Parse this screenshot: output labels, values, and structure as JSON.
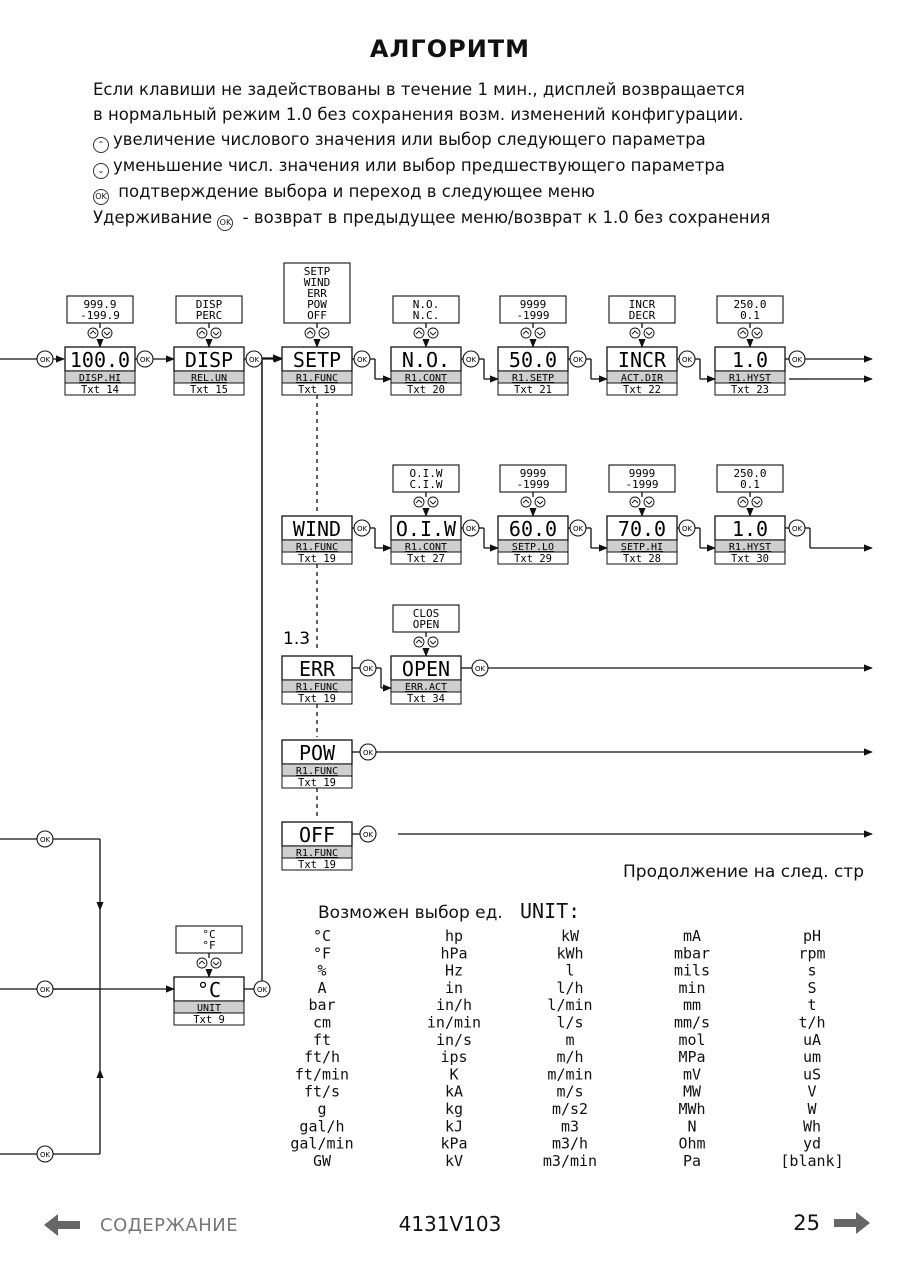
{
  "title": "АЛГОРИТМ",
  "intro": {
    "line1": "Если клавиши не задействованы в течение 1 мин.,  дисплей возвращается",
    "line2": "в нормальный режим 1.0 без сохранения возм. изменений конфигурации.",
    "line3": "увеличение числового значения или выбор следующего параметра",
    "line4": "уменьшение числ. значения или выбор предшествующего параметра",
    "line5": " подтверждение выбора и переход в следующее меню",
    "line6a": "Удерживание",
    "line6b": " - возврат в предыдущее меню/возврат к 1.0 без сохранения"
  },
  "ok_label": "OK",
  "step_label": "1.3",
  "continue_note": "Продолжение на след. стр",
  "units_label": "Возможен выбор ед.",
  "units_word": "UNIT:",
  "footer": {
    "contents": "СОДЕРЖАНИЕ",
    "code": "4131V103",
    "page": "25"
  },
  "rows": [
    [
      {
        "id": "disp-hi",
        "disp": "100.0",
        "param": "DISP.HI",
        "txt": "Txt 14",
        "opts": [
          "999.9",
          "-199.9"
        ]
      },
      {
        "id": "rel-un",
        "disp": "DISP",
        "param": "REL.UN",
        "txt": "Txt 15",
        "opts": [
          "DISP",
          "PERC"
        ]
      },
      {
        "id": "r1-func-setp",
        "disp": "SETP",
        "param": "R1.FUNC",
        "txt": "Txt 19",
        "opts": [
          "SETP",
          "WIND",
          "ERR",
          "POW",
          "OFF"
        ]
      },
      {
        "id": "r1-cont",
        "disp": "N.O.",
        "param": "R1.CONT",
        "txt": "Txt 20",
        "opts": [
          "N.O.",
          "N.C."
        ]
      },
      {
        "id": "r1-setp",
        "disp": "50.0",
        "param": "R1.SETP",
        "txt": "Txt 21",
        "opts": [
          "9999",
          "-1999"
        ]
      },
      {
        "id": "act-dir",
        "disp": "INCR",
        "param": "ACT.DIR",
        "txt": "Txt 22",
        "opts": [
          "INCR",
          "DECR"
        ]
      },
      {
        "id": "r1-hyst",
        "disp": "1.0",
        "param": "R1.HYST",
        "txt": "Txt 23",
        "opts": [
          "250.0",
          "0.1"
        ]
      }
    ],
    [
      {
        "id": "r1-func-wind",
        "disp": "WIND",
        "param": "R1.FUNC",
        "txt": "Txt 19",
        "opts": []
      },
      {
        "id": "r1-cont-wind",
        "disp": "O.I.W",
        "param": "R1.CONT",
        "txt": "Txt 27",
        "opts": [
          "O.I.W",
          "C.I.W"
        ]
      },
      {
        "id": "setp-lo",
        "disp": "60.0",
        "param": "SETP.LO",
        "txt": "Txt 29",
        "opts": [
          "9999",
          "-1999"
        ]
      },
      {
        "id": "setp-hi",
        "disp": "70.0",
        "param": "SETP.HI",
        "txt": "Txt 28",
        "opts": [
          "9999",
          "-1999"
        ]
      },
      {
        "id": "r1-hyst-wind",
        "disp": "1.0",
        "param": "R1.HYST",
        "txt": "Txt 30",
        "opts": [
          "250.0",
          "0.1"
        ]
      }
    ],
    [
      {
        "id": "r1-func-err",
        "disp": "ERR",
        "param": "R1.FUNC",
        "txt": "Txt 19",
        "opts": []
      },
      {
        "id": "err-act",
        "disp": "OPEN",
        "param": "ERR.ACT",
        "txt": "Txt 34",
        "opts": [
          "CLOS",
          "OPEN"
        ]
      }
    ],
    [
      {
        "id": "r1-func-pow",
        "disp": "POW",
        "param": "R1.FUNC",
        "txt": "Txt 19",
        "opts": []
      }
    ],
    [
      {
        "id": "r1-func-off",
        "disp": "OFF",
        "param": "R1.FUNC",
        "txt": "Txt 19",
        "opts": []
      }
    ],
    [
      {
        "id": "unit",
        "disp": "°C",
        "param": "UNIT",
        "txt": "Txt 9",
        "opts": [
          "°C",
          "°F"
        ]
      }
    ]
  ],
  "units_columns": [
    [
      "°C",
      "°F",
      "%",
      "A",
      "bar",
      "cm",
      "ft",
      "ft/h",
      "ft/min",
      "ft/s",
      "g",
      "gal/h",
      "gal/min",
      "GW"
    ],
    [
      "hp",
      "hPa",
      "Hz",
      "in",
      "in/h",
      "in/min",
      "in/s",
      "ips",
      "K",
      "kA",
      "kg",
      "kJ",
      "kPa",
      "kV"
    ],
    [
      "kW",
      "kWh",
      "l",
      "l/h",
      "l/min",
      "l/s",
      "m",
      "m/h",
      "m/min",
      "m/s",
      "m/s2",
      "m3",
      "m3/h",
      "m3/min"
    ],
    [
      "mA",
      "mbar",
      "mils",
      "min",
      "mm",
      "mm/s",
      "mol",
      "MPa",
      "mV",
      "MW",
      "MWh",
      "N",
      "Ohm",
      "Pa"
    ],
    [
      "pH",
      "rpm",
      "s",
      "S",
      "t",
      "t/h",
      "uA",
      "um",
      "uS",
      "V",
      "W",
      "Wh",
      "yd",
      "[blank]"
    ]
  ]
}
